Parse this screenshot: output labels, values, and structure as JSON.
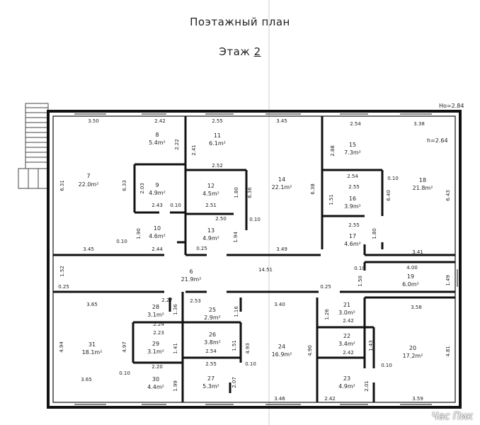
{
  "header": {
    "title": "Поэтажный план",
    "floor_label": "Этаж",
    "floor_number": "2"
  },
  "ceiling_heights": {
    "main": "Ho=2.84",
    "room15": "h=2.64"
  },
  "rooms": [
    {
      "id": "7",
      "area": "22.0m²"
    },
    {
      "id": "8",
      "area": "5.4m²"
    },
    {
      "id": "9",
      "area": "4.9m²"
    },
    {
      "id": "10",
      "area": "4.6m²"
    },
    {
      "id": "11",
      "area": "6.1m²"
    },
    {
      "id": "12",
      "area": "4.5m²"
    },
    {
      "id": "13",
      "area": "4.9m²"
    },
    {
      "id": "14",
      "area": "22.1m²"
    },
    {
      "id": "15",
      "area": "7.3m²"
    },
    {
      "id": "16",
      "area": "3.9m²"
    },
    {
      "id": "17",
      "area": "4.6m²"
    },
    {
      "id": "18",
      "area": "21.8m²"
    },
    {
      "id": "6",
      "area": "21.9m²"
    },
    {
      "id": "19",
      "area": "6.0m²"
    },
    {
      "id": "31",
      "area": "18.1m²"
    },
    {
      "id": "28",
      "area": "3.1m²"
    },
    {
      "id": "29",
      "area": "3.1m²"
    },
    {
      "id": "30",
      "area": "4.4m²"
    },
    {
      "id": "25",
      "area": "2.9m²"
    },
    {
      "id": "26",
      "area": "3.8m²"
    },
    {
      "id": "27",
      "area": "5.3m²"
    },
    {
      "id": "24",
      "area": "16.9m²"
    },
    {
      "id": "21",
      "area": "3.0m²"
    },
    {
      "id": "22",
      "area": "3.4m²"
    },
    {
      "id": "23",
      "area": "4.9m²"
    },
    {
      "id": "20",
      "area": "17.2m²"
    }
  ],
  "dimensions": [
    "3.50",
    "2.42",
    "2.22",
    "6.31",
    "6.33",
    "2.03",
    "2.43",
    "0.10",
    "1.90",
    "0.10",
    "3.45",
    "2.44",
    "2.55",
    "3.45",
    "2.41",
    "2.52",
    "1.80",
    "6.36",
    "2.51",
    "2.50",
    "0.10",
    "1.94",
    "0.25",
    "3.49",
    "6.38",
    "2.54",
    "3.38",
    "2.88",
    "2.54",
    "0.10",
    "2.55",
    "1.51",
    "6.40",
    "6.43",
    "2.55",
    "1.80",
    "3.41",
    "1.52",
    "0.25",
    "14.51",
    "0.10",
    "4.00",
    "1.50",
    "1.49",
    "0.25",
    "2.27",
    "3.65",
    "1.36",
    "2.53",
    "1.16",
    "3.40",
    "2.24",
    "2.23",
    "4.97",
    "4.94",
    "1.41",
    "1.51",
    "4.93",
    "2.54",
    "0.10",
    "2.20",
    "3.65",
    "1.99",
    "2.55",
    "2.07",
    "0.10",
    "3.46",
    "4.90",
    "1.26",
    "2.42",
    "3.58",
    "1.43",
    "2.42",
    "0.10",
    "4.81",
    "2.01",
    "2.42",
    "3.59"
  ],
  "watermark": "Час Пик"
}
